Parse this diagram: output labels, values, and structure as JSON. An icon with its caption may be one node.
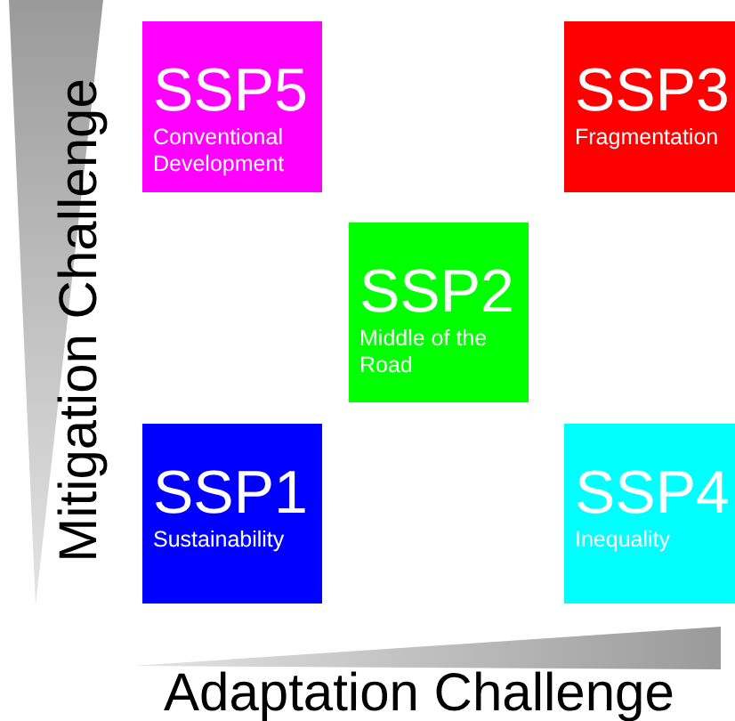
{
  "diagram": {
    "nodes": [
      {
        "text": [
          "SSP5",
          "Conventional Development"
        ]
      },
      {
        "text": [
          "SSP3",
          "Fragmentation"
        ]
      },
      {
        "text": [
          "SSP2",
          "Middle of the Road"
        ]
      },
      {
        "text": [
          "SSP1",
          "Sustainability"
        ]
      },
      {
        "text": [
          "SSP4",
          "Inequality"
        ]
      }
    ],
    "labels": [
      "Mitigation Challenge",
      "Adaptation Challenge"
    ]
  }
}
